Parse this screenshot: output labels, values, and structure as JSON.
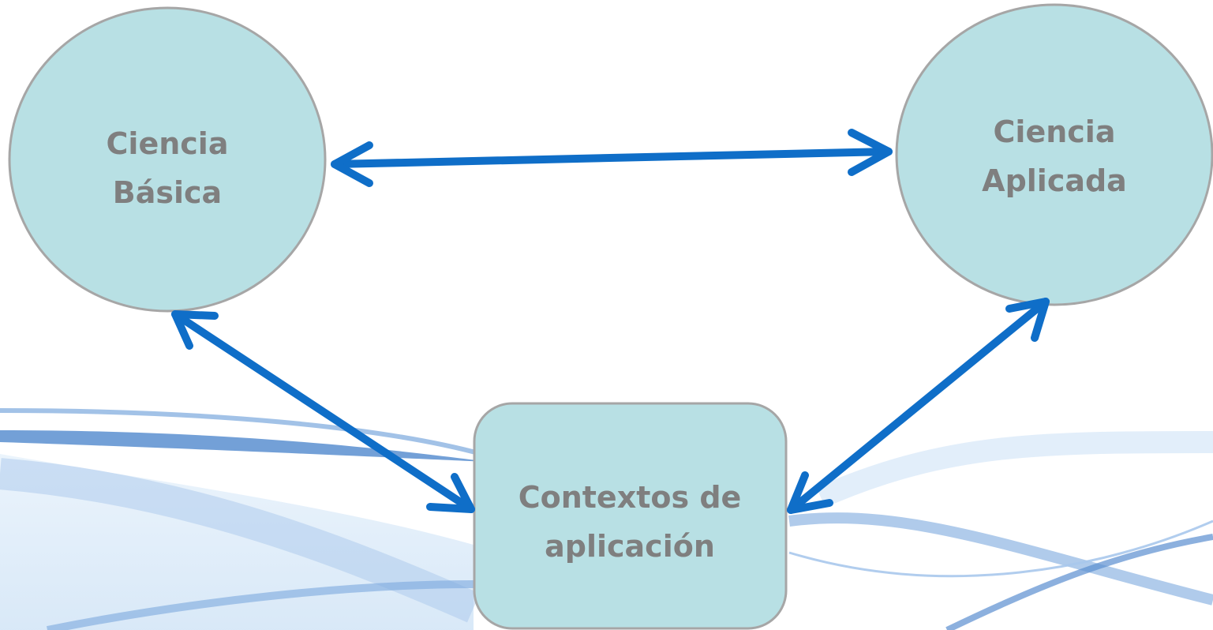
{
  "nodes": {
    "basic_science": {
      "line1": "Ciencia",
      "line2": "Básica"
    },
    "applied_science": {
      "line1": "Ciencia",
      "line2": "Aplicada"
    },
    "application_contexts": {
      "line1": "Contextos de",
      "line2": "aplicación"
    }
  },
  "colors": {
    "node_fill": "#b8e0e4",
    "node_stroke": "#a6a6a6",
    "text": "#7f7f7f",
    "arrow": "#0f6ec8",
    "wave_dark": "#5b8fd0",
    "wave_light": "#cfe3f6"
  },
  "edges": [
    {
      "from": "basic_science",
      "to": "applied_science",
      "direction": "both"
    },
    {
      "from": "basic_science",
      "to": "application_contexts",
      "direction": "both"
    },
    {
      "from": "applied_science",
      "to": "application_contexts",
      "direction": "both"
    }
  ]
}
